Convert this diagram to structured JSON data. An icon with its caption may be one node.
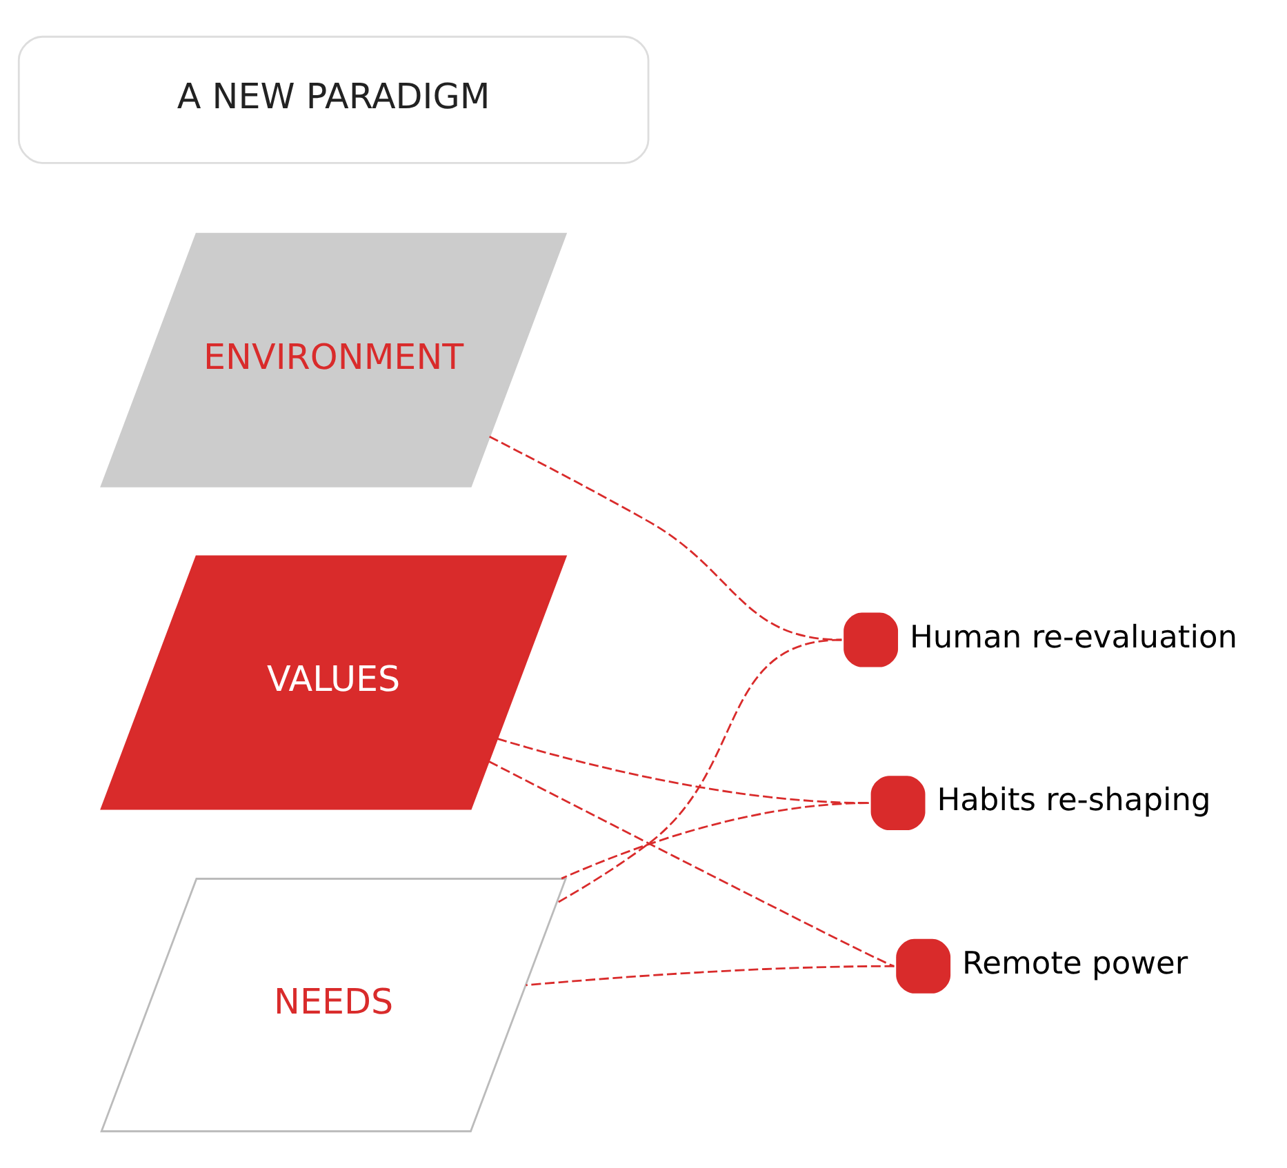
{
  "diagram": {
    "nodes": [
      {
        "text": [
          "A NEW PARADIGM"
        ]
      },
      {
        "text": [
          "ENVIRONMENT"
        ]
      },
      {
        "text": [
          "VALUES"
        ]
      },
      {
        "text": [
          "NEEDS"
        ]
      },
      {
        "text": [],
        "shape": "circle",
        "beside": [
          "Human re-evaluation"
        ]
      },
      {
        "text": [],
        "shape": "circle",
        "beside": [
          "Habits re-shaping"
        ]
      },
      {
        "text": [],
        "shape": "circle",
        "beside": [
          "Remote power"
        ]
      }
    ],
    "edges": [
      {
        "from": 1,
        "to": 4,
        "arrow": "none",
        "style": "dashed"
      },
      {
        "from": 4,
        "to": 3,
        "arrow": "none",
        "style": "dashed"
      },
      {
        "from": 2,
        "to": 5,
        "arrow": "none",
        "style": "dashed"
      },
      {
        "from": 5,
        "to": 3,
        "arrow": "none",
        "style": "dashed"
      },
      {
        "from": 2,
        "to": 6,
        "arrow": "none",
        "style": "dashed"
      },
      {
        "from": 6,
        "to": 3,
        "arrow": "none",
        "style": "dashed"
      }
    ]
  }
}
